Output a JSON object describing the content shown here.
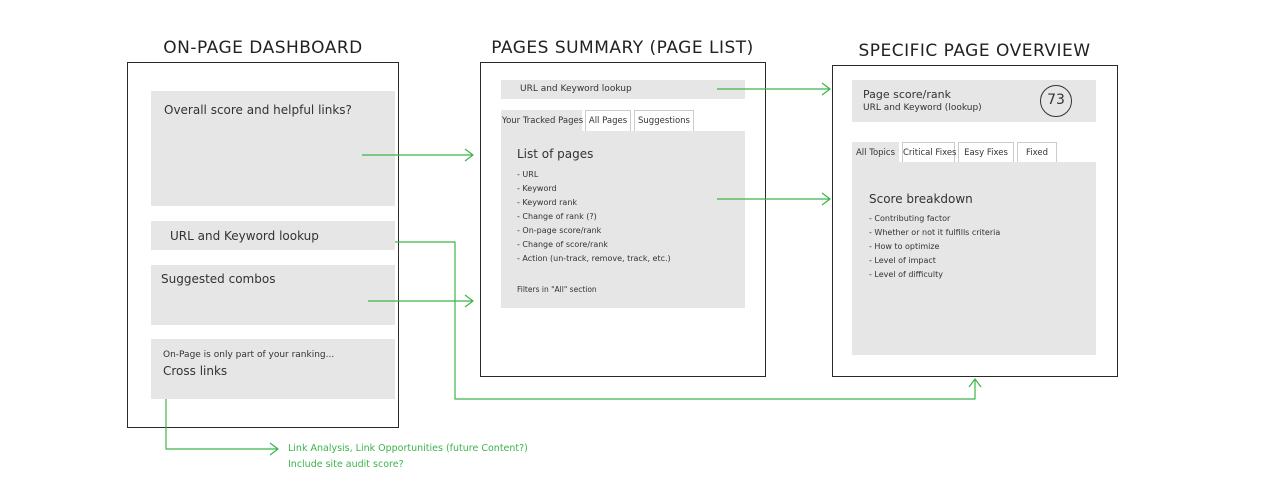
{
  "colors": {
    "connector": "#3cb44a",
    "panel": "#e6e6e6",
    "frame": "#2a2a2a"
  },
  "dashboard": {
    "title": "ON-PAGE DASHBOARD",
    "overall_score": "Overall score and helpful links?",
    "lookup": "URL and Keyword lookup",
    "suggested": "Suggested combos",
    "cross_small": "On-Page is only part of your ranking...",
    "cross_links": "Cross links"
  },
  "pages_summary": {
    "title": "PAGES SUMMARY (PAGE LIST)",
    "lookup": "URL and Keyword lookup",
    "tabs": [
      "Your Tracked Pages",
      "All Pages",
      "Suggestions"
    ],
    "list_title": "List of pages",
    "items": [
      "- URL",
      "- Keyword",
      "- Keyword rank",
      "- Change of rank  (?)",
      "- On-page score/rank",
      "- Change of score/rank",
      "- Action (un-track, remove, track, etc.)"
    ],
    "filters": "Filters in \"All\" section"
  },
  "page_overview": {
    "title": "SPECIFIC PAGE OVERVIEW",
    "score_label": "Page score/rank",
    "score_sub": "URL and Keyword (lookup)",
    "score_value": "73",
    "tabs": [
      "All Topics",
      "Critical Fixes",
      "Easy Fixes",
      "Fixed"
    ],
    "breakdown_title": "Score breakdown",
    "items": [
      "- Contributing  factor",
      "- Whether or not it fulfills criteria",
      "- How to optimize",
      "- Level of impact",
      "- Level of difficulty"
    ]
  },
  "footnote": {
    "line1": "Link Analysis, Link Opportunities (future Content?)",
    "line2": "Include site audit score?"
  }
}
